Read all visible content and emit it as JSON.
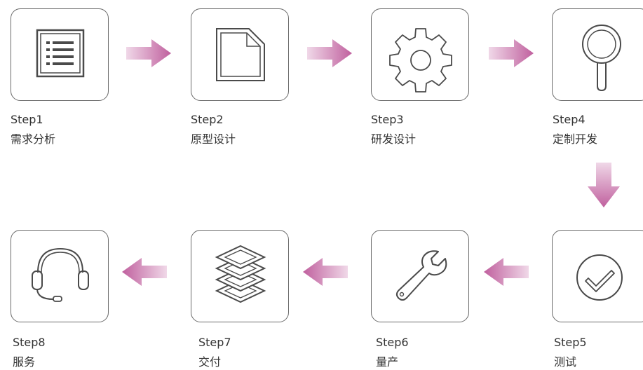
{
  "steps": [
    {
      "title": "Step1",
      "name": "需求分析",
      "icon": "list-document-icon"
    },
    {
      "title": "Step2",
      "name": "原型设计",
      "icon": "document-icon"
    },
    {
      "title": "Step3",
      "name": "研发设计",
      "icon": "gear-icon"
    },
    {
      "title": "Step4",
      "name": "定制开发",
      "icon": "magnifier-icon"
    },
    {
      "title": "Step5",
      "name": "测试",
      "icon": "check-circle-icon"
    },
    {
      "title": "Step6",
      "name": "量产",
      "icon": "wrench-icon"
    },
    {
      "title": "Step7",
      "name": "交付",
      "icon": "layers-icon"
    },
    {
      "title": "Step8",
      "name": "服务",
      "icon": "headset-icon"
    }
  ],
  "colors": {
    "arrow_dark": "#c0609e",
    "arrow_light": "#f0d8e8",
    "border": "#6a6a6a",
    "icon": "#4a4a4a"
  }
}
